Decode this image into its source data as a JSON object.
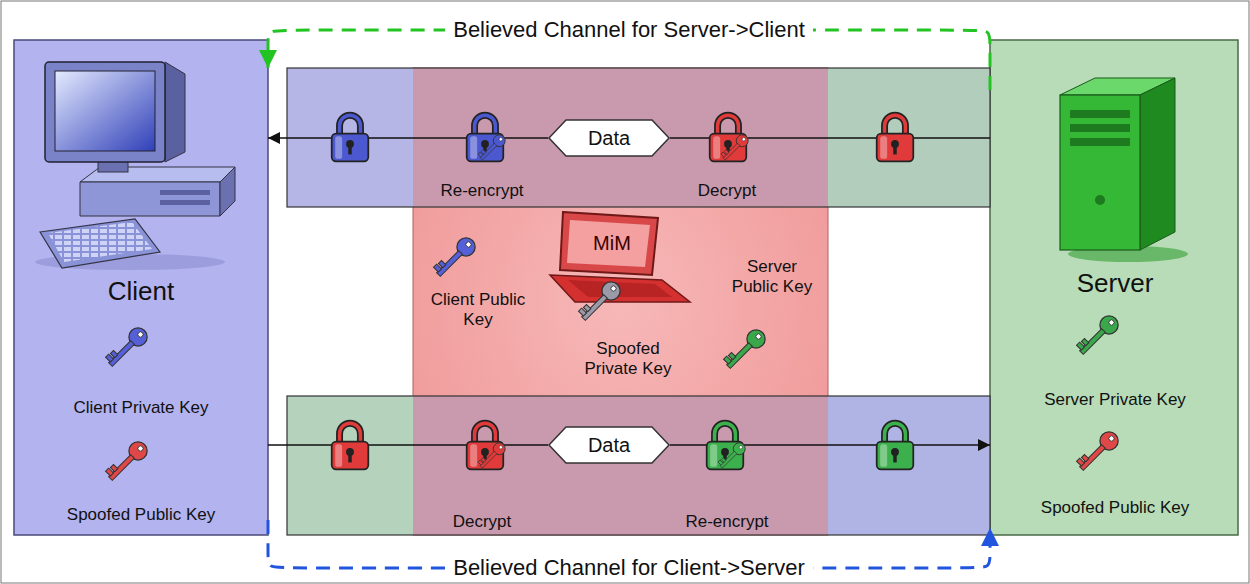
{
  "diagram": {
    "nodes": [
      {
        "text": [
          "Client",
          "Client Private Key",
          "Spoofed Public Key"
        ]
      },
      {
        "text": [
          "Client Public Key",
          "MiM",
          "Spoofed Private Key",
          "Server Public Key"
        ]
      },
      {
        "text": [
          "Data"
        ],
        "in": 1
      },
      {
        "text": [
          "Data"
        ],
        "in": 1
      },
      {
        "text": [
          "Server",
          "Server Private Key",
          "Spoofed Public Key"
        ]
      }
    ],
    "edges": [
      {
        "from": 4,
        "to": 0,
        "arrow": "to",
        "label": "Believed Channel for Server->Client"
      },
      {
        "from": 4,
        "to": 2,
        "arrow": "none"
      },
      {
        "from": 2,
        "to": 0,
        "arrow": "to"
      },
      {
        "from": 0,
        "to": 3,
        "arrow": "none"
      },
      {
        "from": 3,
        "to": 4,
        "arrow": "to"
      },
      {
        "from": 0,
        "to": 4,
        "arrow": "to",
        "label": "Believed Channel for Client->Server"
      }
    ],
    "labels": [
      "Re-encrypt",
      "Decrypt",
      "Decrypt",
      "Re-encrypt"
    ]
  }
}
